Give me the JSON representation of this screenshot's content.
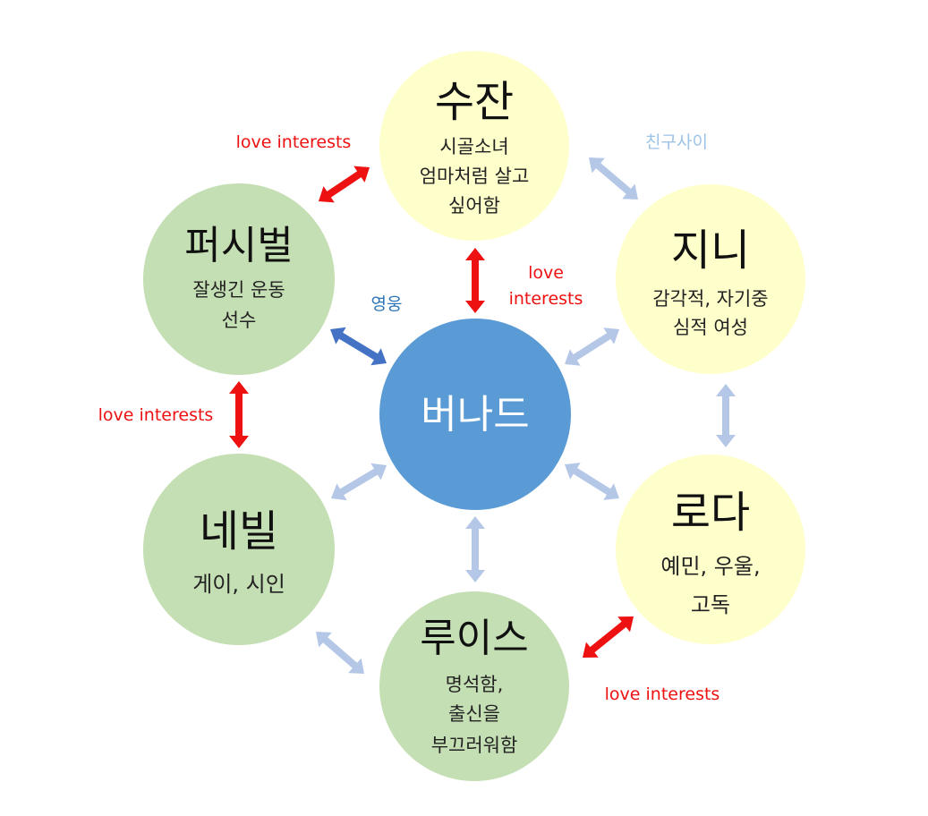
{
  "colors": {
    "green": "#c5dfb4",
    "yellow": "#ffffcc",
    "center": "#5b9bd5",
    "red": "#ee1111",
    "light_blue": "#b4c7e7",
    "dark_blue": "#4472c4",
    "hero_text": "#2e75b6",
    "friend_text": "#9dc3e6"
  },
  "center": {
    "name": "버나드"
  },
  "characters": [
    {
      "id": "sujan",
      "name": "수잔",
      "desc": [
        "시골소녀",
        "엄마처럼 살고",
        "싶어함"
      ]
    },
    {
      "id": "jini",
      "name": "지니",
      "desc": [
        "감각적, 자기중",
        "심적 여성"
      ]
    },
    {
      "id": "roda",
      "name": "로다",
      "desc": [
        "예민, 우울,",
        "고독"
      ]
    },
    {
      "id": "luis",
      "name": "루이스",
      "desc": [
        "명석함,",
        "출신을",
        "부끄러워함"
      ]
    },
    {
      "id": "neville",
      "name": "네빌",
      "desc": [
        "게이, 시인"
      ]
    },
    {
      "id": "percival",
      "name": "퍼시벌",
      "desc": [
        "잘생긴 운동",
        "선수"
      ]
    }
  ],
  "labels": {
    "love_top_left": "love interests",
    "love_center_line1": "love",
    "love_center_line2": "interests",
    "love_left": "love interests",
    "love_bottom_right": "love interests",
    "hero": "영웅",
    "friends": "친구사이"
  }
}
